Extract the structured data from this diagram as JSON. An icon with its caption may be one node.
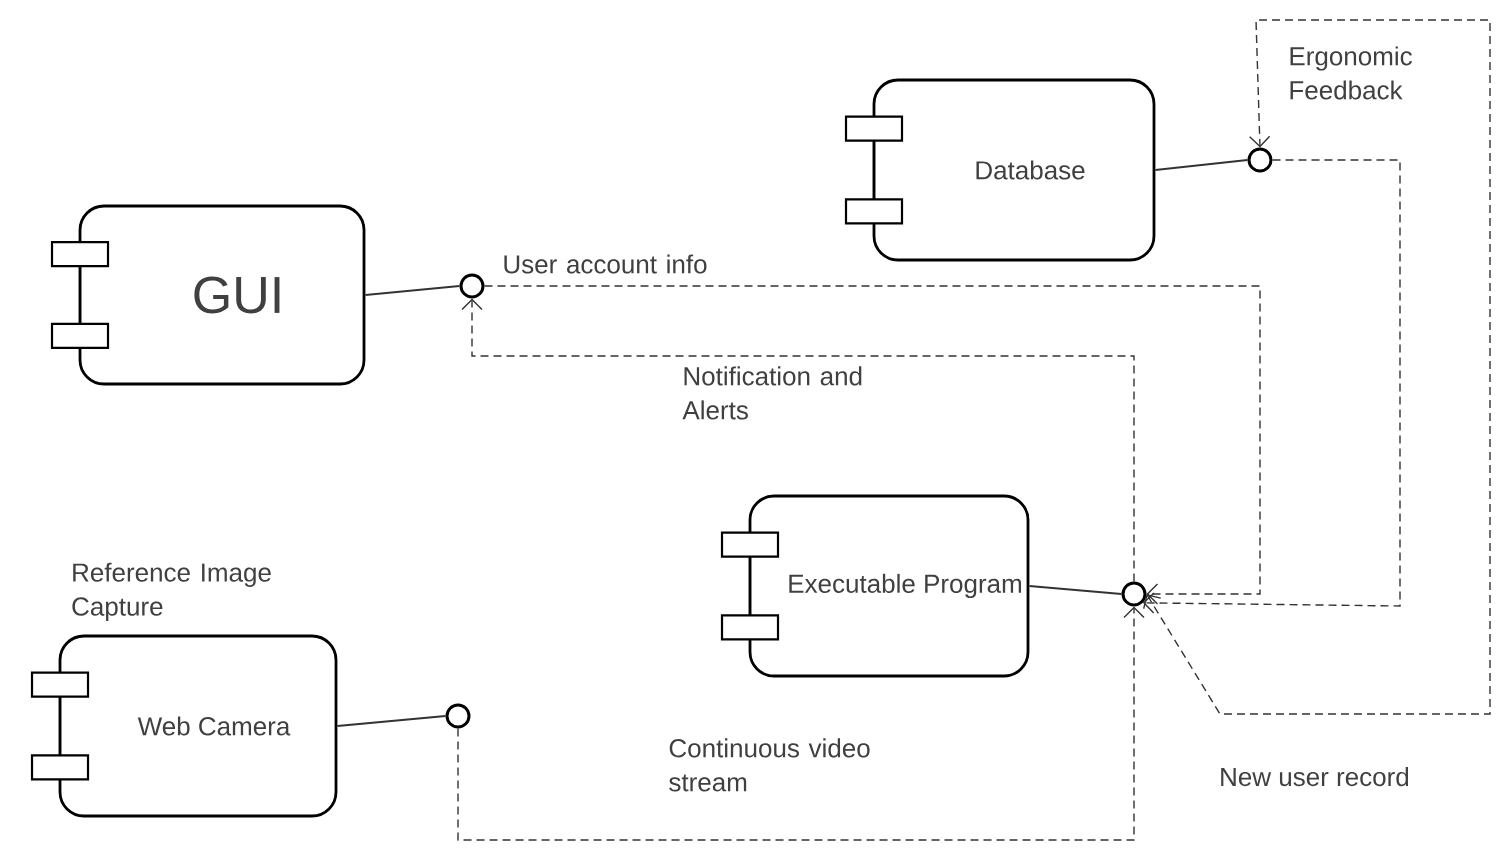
{
  "diagram": {
    "nodes": [
      {
        "text": [
          "GUI"
        ]
      },
      {
        "text": [
          "Database"
        ]
      },
      {
        "text": [
          "Executable Program"
        ]
      },
      {
        "text": [
          "Web Camera"
        ],
        "beside": [
          "Reference Image Capture"
        ]
      },
      {
        "text": [],
        "shape": "circle"
      },
      {
        "text": [],
        "shape": "circle"
      },
      {
        "text": [],
        "shape": "circle"
      },
      {
        "text": [],
        "shape": "circle"
      }
    ],
    "edges": [
      {
        "from": 0,
        "to": 4,
        "arrow": "none"
      },
      {
        "from": 1,
        "to": 5,
        "arrow": "none"
      },
      {
        "from": 2,
        "to": 6,
        "arrow": "none"
      },
      {
        "from": 3,
        "to": 7,
        "arrow": "none"
      },
      {
        "from": 4,
        "to": 6,
        "arrow": "to",
        "style": "dashed",
        "label": "User account info"
      },
      {
        "from": 6,
        "to": 4,
        "arrow": "to",
        "style": "dashed",
        "label": "Notification and Alerts"
      },
      {
        "from": 5,
        "to": 6,
        "arrow": "to",
        "style": "dashed"
      },
      {
        "from": 7,
        "to": 6,
        "arrow": "to",
        "style": "dashed",
        "label": "Continuous video stream"
      },
      {
        "from": 6,
        "to": 5,
        "arrow": "both",
        "style": "dashed",
        "label": "Ergonomic Feedback"
      }
    ],
    "labels": [
      "New user record"
    ]
  }
}
